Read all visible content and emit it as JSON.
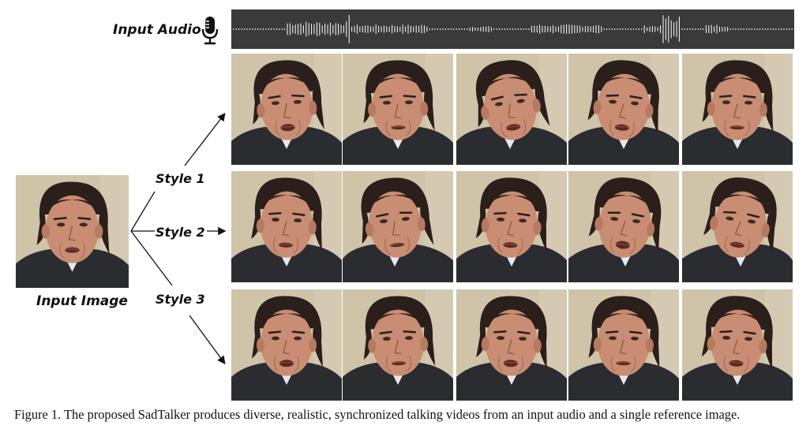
{
  "figure": {
    "audio_label": "Input Audio",
    "input_label": "Input Image",
    "styles": [
      "Style 1",
      "Style 2",
      "Style 3"
    ],
    "caption": "Figure 1. The proposed SadTalker produces diverse, realistic, synchronized talking videos from an input audio and a single reference image.",
    "icons": {
      "microphone": "microphone-icon"
    },
    "colors": {
      "waveform_bg": "#3a3a3a",
      "waveform_line": "#ffffff",
      "background_wall": "#cfc3a8",
      "suit": "#2b2c30",
      "skin": "#c88d72",
      "hair": "#2a1f1a"
    }
  }
}
